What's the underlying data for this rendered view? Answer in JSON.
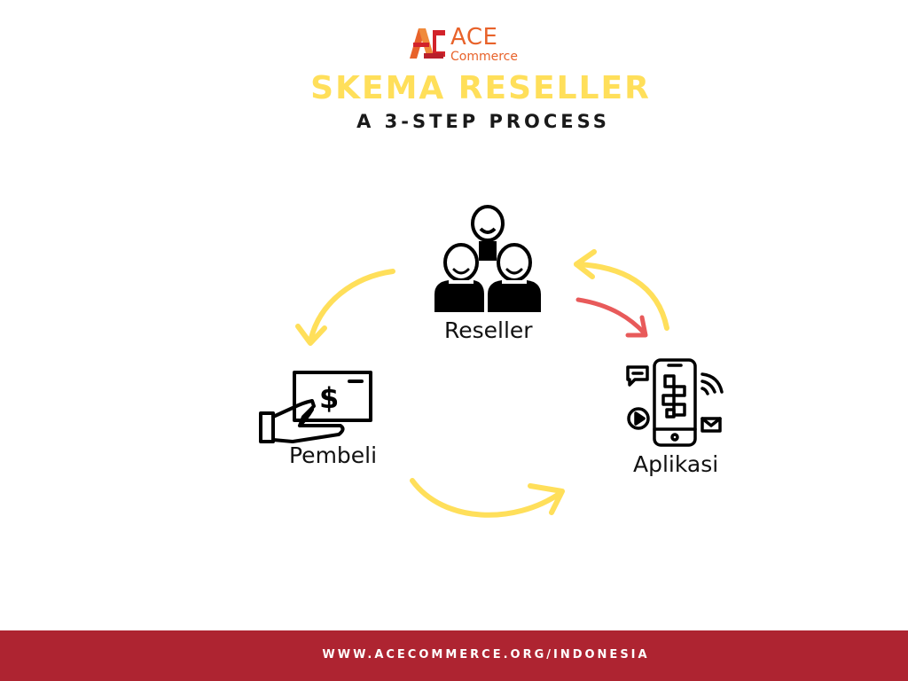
{
  "brand": {
    "name": "ACE",
    "subname": "Commerce",
    "color": "#e8622a",
    "mark_color": "#d2232a"
  },
  "header": {
    "title": "SKEMA RESELLER",
    "subtitle": "A 3-STEP PROCESS",
    "title_color": "#ffdf5a"
  },
  "diagram": {
    "nodes": [
      {
        "id": "reseller",
        "label": "Reseller",
        "icon": "people-group-icon"
      },
      {
        "id": "pembeli",
        "label": "Pembeli",
        "icon": "hand-money-icon"
      },
      {
        "id": "aplikasi",
        "label": "Aplikasi",
        "icon": "smartphone-app-icon"
      }
    ],
    "edges": [
      {
        "from": "reseller",
        "to": "pembeli",
        "color": "#ffdf5a"
      },
      {
        "from": "pembeli",
        "to": "aplikasi",
        "color": "#ffdf5a"
      },
      {
        "from": "aplikasi",
        "to": "reseller",
        "color": "#ffdf5a"
      },
      {
        "from": "reseller",
        "to": "aplikasi",
        "color": "#e85a5a"
      }
    ]
  },
  "footer": {
    "url": "WWW.ACECOMMERCE.ORG/INDONESIA",
    "background": "#ae2431"
  }
}
